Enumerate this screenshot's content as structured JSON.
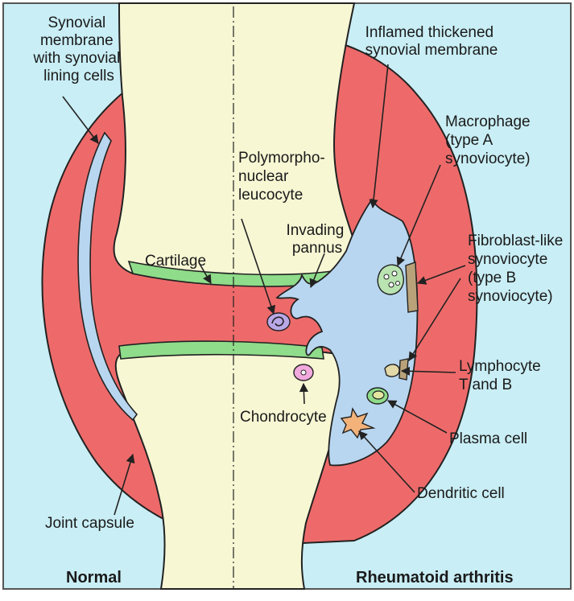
{
  "labels": {
    "synovial_membrane": [
      "Synovial",
      "membrane",
      "with synovial",
      "lining cells"
    ],
    "inflamed_membrane": [
      "Inflamed thickened",
      "synovial membrane"
    ],
    "macrophage": [
      "Macrophage",
      "(type A",
      "synoviocyte)"
    ],
    "pmn": [
      "Polymorpho-",
      "nuclear",
      "leucocyte"
    ],
    "invading_pannus": [
      "Invading",
      "pannus"
    ],
    "cartilage": "Cartilage",
    "fibroblast": [
      "Fibroblast-like",
      "synoviocyte",
      "(type B",
      "synoviocyte)"
    ],
    "lymphocyte": [
      "Lymphocyte",
      "T and B"
    ],
    "chondrocyte": "Chondrocyte",
    "plasma_cell": "Plasma cell",
    "dendritic_cell": "Dendritic cell",
    "joint_capsule": "Joint capsule",
    "normal": "Normal",
    "rheumatoid_arthritis": "Rheumatoid arthritis"
  },
  "colors": {
    "background": "#c9eef5",
    "capsule": "#ee6a6a",
    "bone": "#f7f7d4",
    "cartilage": "#8fdc8a",
    "synovium": "#b8d6ef",
    "outline": "#222222"
  }
}
